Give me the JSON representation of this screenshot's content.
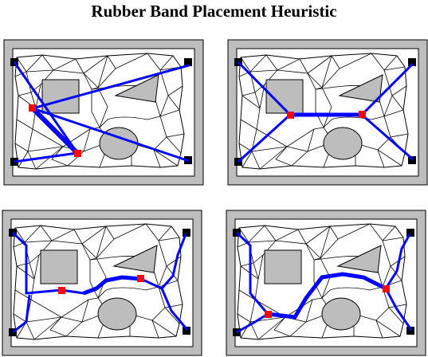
{
  "title": "Rubber Band Placement Heuristic",
  "colors": {
    "frame": "#bdbdbd",
    "mesh": "#000000",
    "band": "#0000ff",
    "node": "#ff0000",
    "anchor": "#000000",
    "obstacle": "#bdbdbd"
  },
  "panels": [
    {
      "name": "panel-step-1",
      "band_style": "straight-lines"
    },
    {
      "name": "panel-step-2",
      "band_style": "tree-path"
    },
    {
      "name": "panel-step-3",
      "band_style": "routed-bands"
    },
    {
      "name": "panel-step-4",
      "band_style": "routed-bands-refined"
    }
  ]
}
